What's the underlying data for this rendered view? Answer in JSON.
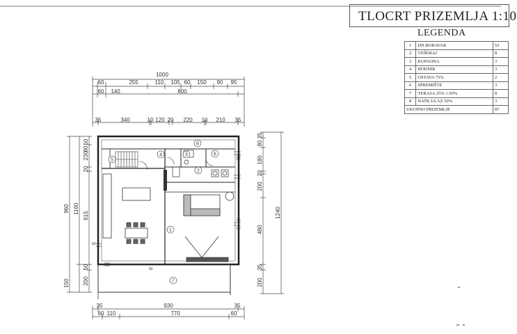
{
  "title": "TLOCRT PRIZEMLJA 1:10",
  "legend": {
    "heading": "LEGENDA",
    "rows": [
      {
        "n": "1",
        "name": "DN.BORAVAK",
        "area": "53"
      },
      {
        "n": "2",
        "name": "VEŠERAJ",
        "area": "8"
      },
      {
        "n": "3",
        "name": "KUPAONA",
        "area": "3"
      },
      {
        "n": "4",
        "name": "HODNIK",
        "area": "3"
      },
      {
        "n": "5",
        "name": "OSTAVA 75%",
        "area": "2"
      },
      {
        "n": "6",
        "name": "SPREMIŠTE",
        "area": "3"
      },
      {
        "n": "7",
        "name": "TERASA 25% 1.50%",
        "area": "8"
      },
      {
        "n": "8",
        "name": "NATK.ULAZ 50%",
        "area": "3"
      }
    ],
    "total": {
      "name": "UKUPNO PRIZEMLJE",
      "area": "87"
    }
  },
  "dimensions": {
    "top_overall": "1000",
    "top_row1": [
      "60",
      "255",
      "110",
      "105",
      "60",
      "150",
      "90",
      "95"
    ],
    "top_row2_first": "60",
    "top_row2": [
      "140",
      "800"
    ],
    "top_row3": [
      "35",
      "340",
      "10",
      "120",
      "20",
      "220",
      "10",
      "210",
      "35"
    ],
    "bottom_overall": "930",
    "bottom_row1": [
      "35",
      "35"
    ],
    "bottom_row2": [
      "60",
      "110",
      "770",
      "60"
    ],
    "left_outer": "960",
    "left_mid": "1160",
    "left_outer_bottom": "150",
    "left_inner": [
      "50",
      "80",
      "230",
      "20",
      "615",
      "50",
      "200"
    ],
    "right_overall": "1240",
    "right_inner": [
      "35",
      "80",
      "180",
      "20",
      "200",
      "480",
      "35",
      "200"
    ]
  },
  "room_markers": [
    "5",
    "3",
    "6",
    "4",
    "2",
    "1",
    "7",
    "8"
  ],
  "annotations": [
    "60",
    "60",
    "60",
    "60",
    "90",
    "90"
  ]
}
